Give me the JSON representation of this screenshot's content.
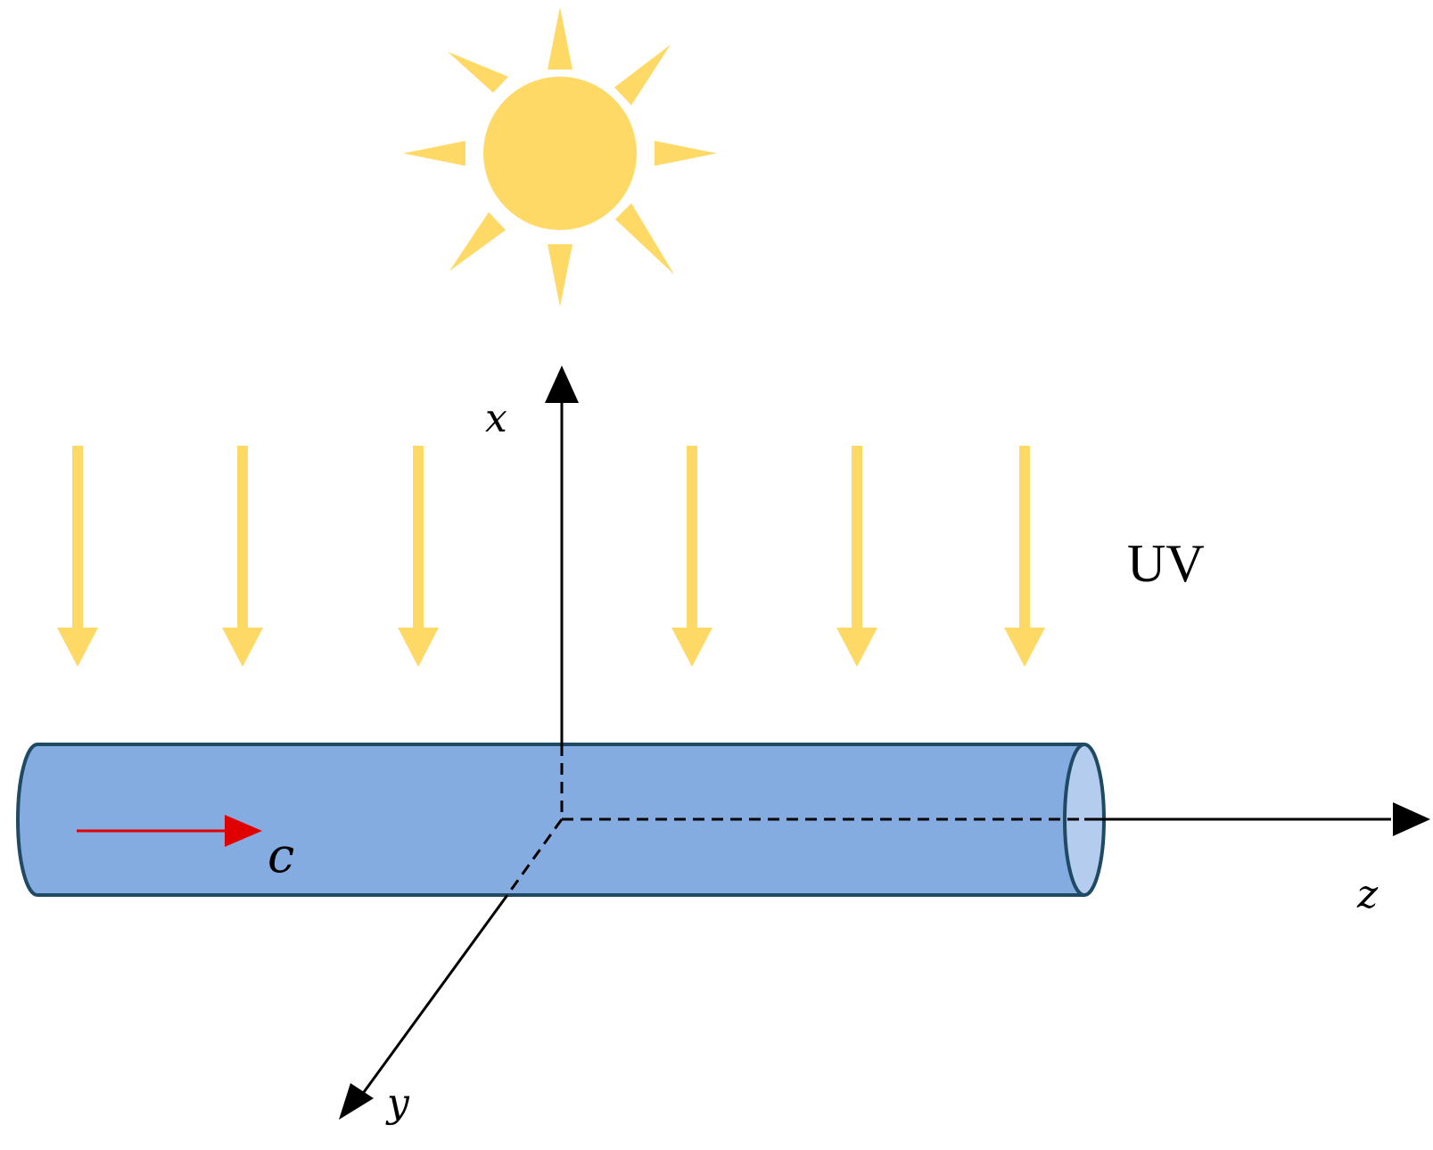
{
  "labels": {
    "x_axis": "x",
    "y_axis": "y",
    "z_axis": "z",
    "uv": "UV",
    "flow": "c"
  },
  "colors": {
    "sun": "#FFD966",
    "uv_arrows": "#FFD966",
    "pipe_fill": "#84ACE0",
    "pipe_end_fill": "#B4CCEE",
    "pipe_stroke": "#1F4A63",
    "axes": "#000000",
    "flow_arrow": "#E00000"
  },
  "icons": {
    "sun": "sun-icon",
    "uv_arrow": "down-arrow-icon",
    "flow_arrow": "right-arrow-icon"
  },
  "uv_arrow_count": 6
}
